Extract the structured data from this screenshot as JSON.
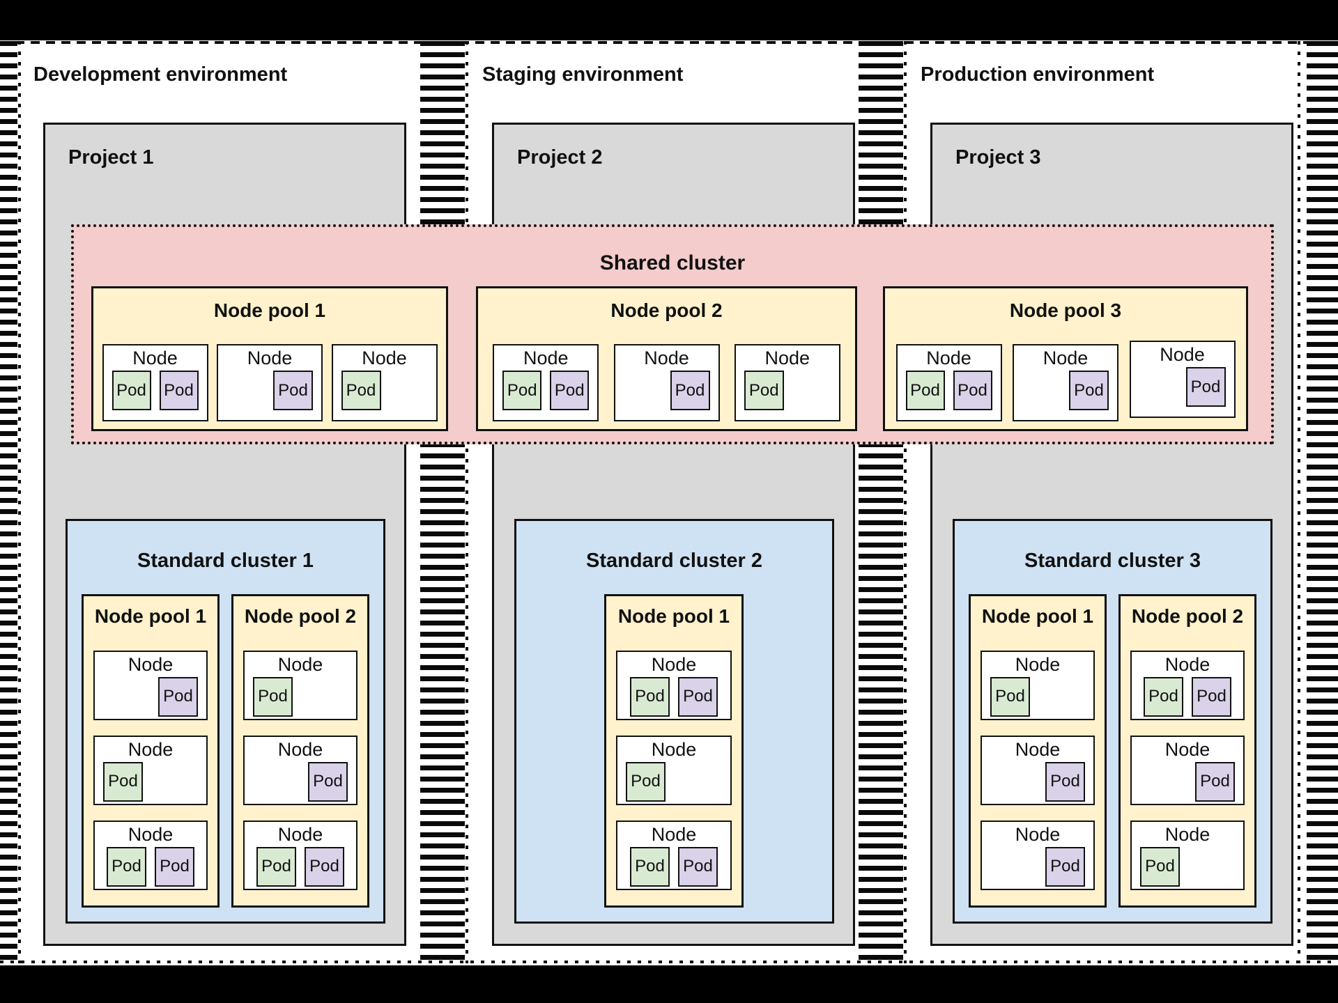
{
  "colors": {
    "project_gray": "#D9D9D9",
    "cluster_blue": "#CFE2F3",
    "pool_yellow": "#FFF2CC",
    "shared_pink": "#F4CCCC",
    "pod_green": "#D9EAD3",
    "pod_purple": "#D9D2E9"
  },
  "environments": [
    {
      "title": "Development environment",
      "project": {
        "title": "Project 1",
        "cluster": {
          "title": "Standard cluster 1",
          "pools": [
            {
              "title": "Node pool 1",
              "nodes": [
                {
                  "label": "Node",
                  "align": "right",
                  "pods": [
                    {
                      "label": "Pod",
                      "kind": "purple"
                    }
                  ]
                },
                {
                  "label": "Node",
                  "align": "left",
                  "pods": [
                    {
                      "label": "Pod",
                      "kind": "green"
                    }
                  ]
                },
                {
                  "label": "Node",
                  "align": "pair",
                  "pods": [
                    {
                      "label": "Pod",
                      "kind": "green"
                    },
                    {
                      "label": "Pod",
                      "kind": "purple"
                    }
                  ]
                }
              ]
            },
            {
              "title": "Node pool 2",
              "nodes": [
                {
                  "label": "Node",
                  "align": "left",
                  "pods": [
                    {
                      "label": "Pod",
                      "kind": "green"
                    }
                  ]
                },
                {
                  "label": "Node",
                  "align": "right",
                  "pods": [
                    {
                      "label": "Pod",
                      "kind": "purple"
                    }
                  ]
                },
                {
                  "label": "Node",
                  "align": "pair",
                  "pods": [
                    {
                      "label": "Pod",
                      "kind": "green"
                    },
                    {
                      "label": "Pod",
                      "kind": "purple"
                    }
                  ]
                }
              ]
            }
          ]
        }
      }
    },
    {
      "title": "Staging environment",
      "project": {
        "title": "Project 2",
        "cluster": {
          "title": "Standard cluster 2",
          "pools": [
            {
              "title": "Node pool 1",
              "nodes": [
                {
                  "label": "Node",
                  "align": "pair",
                  "pods": [
                    {
                      "label": "Pod",
                      "kind": "green"
                    },
                    {
                      "label": "Pod",
                      "kind": "purple"
                    }
                  ]
                },
                {
                  "label": "Node",
                  "align": "left",
                  "pods": [
                    {
                      "label": "Pod",
                      "kind": "green"
                    }
                  ]
                },
                {
                  "label": "Node",
                  "align": "pair",
                  "pods": [
                    {
                      "label": "Pod",
                      "kind": "green"
                    },
                    {
                      "label": "Pod",
                      "kind": "purple"
                    }
                  ]
                }
              ]
            }
          ]
        }
      }
    },
    {
      "title": "Production environment",
      "project": {
        "title": "Project 3",
        "cluster": {
          "title": "Standard cluster 3",
          "pools": [
            {
              "title": "Node pool 1",
              "nodes": [
                {
                  "label": "Node",
                  "align": "left",
                  "pods": [
                    {
                      "label": "Pod",
                      "kind": "green"
                    }
                  ]
                },
                {
                  "label": "Node",
                  "align": "right",
                  "pods": [
                    {
                      "label": "Pod",
                      "kind": "purple"
                    }
                  ]
                },
                {
                  "label": "Node",
                  "align": "right",
                  "pods": [
                    {
                      "label": "Pod",
                      "kind": "purple"
                    }
                  ]
                }
              ]
            },
            {
              "title": "Node pool 2",
              "nodes": [
                {
                  "label": "Node",
                  "align": "pair",
                  "pods": [
                    {
                      "label": "Pod",
                      "kind": "green"
                    },
                    {
                      "label": "Pod",
                      "kind": "purple"
                    }
                  ]
                },
                {
                  "label": "Node",
                  "align": "right",
                  "pods": [
                    {
                      "label": "Pod",
                      "kind": "purple"
                    }
                  ]
                },
                {
                  "label": "Node",
                  "align": "left",
                  "pods": [
                    {
                      "label": "Pod",
                      "kind": "green"
                    }
                  ]
                }
              ]
            }
          ]
        }
      }
    }
  ],
  "shared": {
    "title": "Shared cluster",
    "pools": [
      {
        "title": "Node pool 1",
        "nodes": [
          {
            "label": "Node",
            "align": "pair",
            "pods": [
              {
                "label": "Pod",
                "kind": "green"
              },
              {
                "label": "Pod",
                "kind": "purple"
              }
            ]
          },
          {
            "label": "Node",
            "align": "right",
            "pods": [
              {
                "label": "Pod",
                "kind": "purple"
              }
            ]
          },
          {
            "label": "Node",
            "align": "left",
            "pods": [
              {
                "label": "Pod",
                "kind": "green"
              }
            ]
          }
        ]
      },
      {
        "title": "Node pool 2",
        "nodes": [
          {
            "label": "Node",
            "align": "pair",
            "pods": [
              {
                "label": "Pod",
                "kind": "green"
              },
              {
                "label": "Pod",
                "kind": "purple"
              }
            ]
          },
          {
            "label": "Node",
            "align": "right",
            "pods": [
              {
                "label": "Pod",
                "kind": "purple"
              }
            ]
          },
          {
            "label": "Node",
            "align": "left",
            "pods": [
              {
                "label": "Pod",
                "kind": "green"
              }
            ]
          }
        ]
      },
      {
        "title": "Node pool 3",
        "nodes": [
          {
            "label": "Node",
            "align": "pair",
            "pods": [
              {
                "label": "Pod",
                "kind": "green"
              },
              {
                "label": "Pod",
                "kind": "purple"
              }
            ]
          },
          {
            "label": "Node",
            "align": "right",
            "pods": [
              {
                "label": "Pod",
                "kind": "purple"
              }
            ]
          },
          {
            "label": "Node",
            "align": "right",
            "pods": [
              {
                "label": "Pod",
                "kind": "purple"
              }
            ]
          }
        ]
      }
    ]
  }
}
